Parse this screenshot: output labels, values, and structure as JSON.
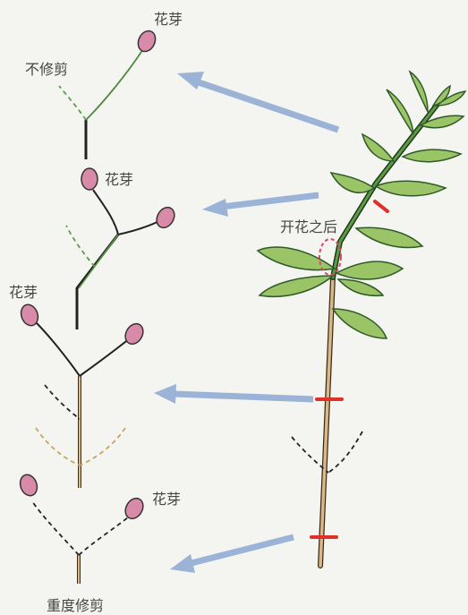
{
  "labels": {
    "bud_top": "花芽",
    "no_prune": "不修剪",
    "bud_second": "花芽",
    "after_flowering": "开花之后",
    "bud_third": "花芽",
    "bud_bottom": "花芽",
    "heavy_prune": "重度修剪"
  },
  "colors": {
    "background": "#f4f4f0",
    "stem_brown": "#6b4a2a",
    "stem_light": "#d9b98a",
    "leaf_green": "#9bc467",
    "leaf_dark": "#2e5a2a",
    "bud_pink": "#d98aa8",
    "arrow_blue": "#9ab3d6",
    "cut_red": "#e0302a",
    "dash_green": "#5aa04a",
    "dash_tan": "#c9a45e"
  }
}
